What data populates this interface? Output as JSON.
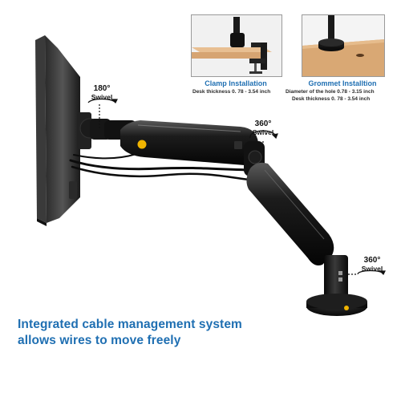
{
  "insets": {
    "clamp": {
      "title": "Clamp Installation",
      "detail_line_1": "Desk thickness 0. 78 - 3.54 inch"
    },
    "grommet": {
      "title": "Grommet Installtion",
      "detail_line_1": "Diameter of the hole  0.78 - 3.15 inch",
      "detail_line_2": "Desk thickness    0. 78 - 3.54 inch"
    }
  },
  "swivel_labels": {
    "head": {
      "angle": "180°",
      "word": "Swivel"
    },
    "elbow": {
      "angle": "360°",
      "word": "Swivel"
    },
    "base": {
      "angle": "360°",
      "word": "Swivel"
    }
  },
  "tagline": {
    "line_1": "Integrated cable management system",
    "line_2": "allows wires to move freely"
  },
  "colors": {
    "accent_blue": "#1f6fb2",
    "arm_black": "#151515",
    "desk_wood": "#d6a472",
    "logo_yellow": "#f0b400"
  }
}
